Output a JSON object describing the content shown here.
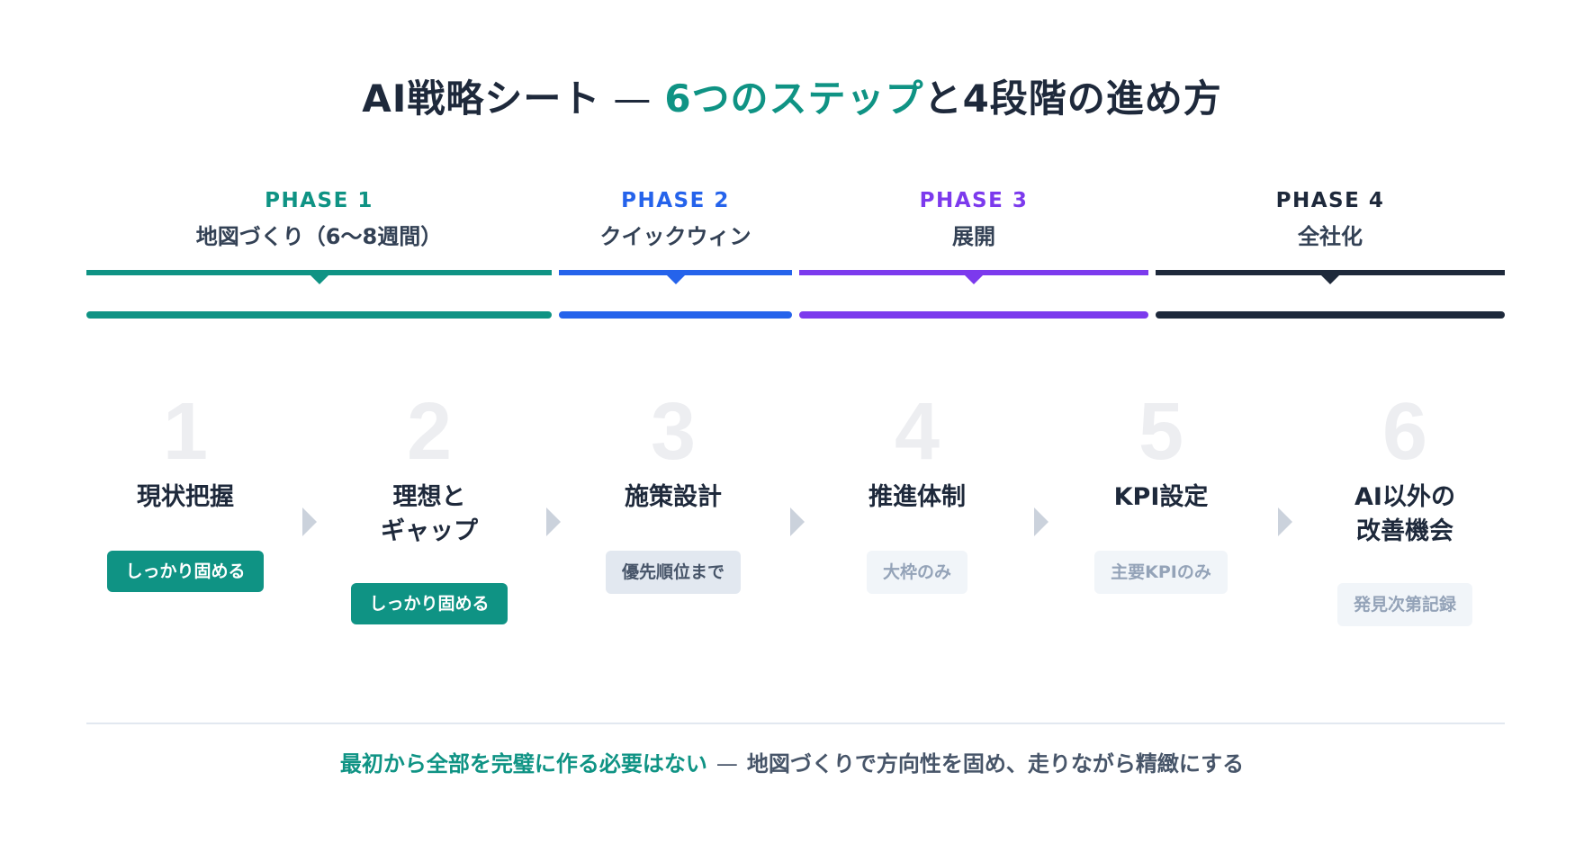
{
  "title": {
    "prefix": "AI戦略シート",
    "separator": "—",
    "accent": "6つのステップ",
    "suffix": "と4段階の進め方"
  },
  "colors": {
    "phase1": "#0f9384",
    "phase2": "#2563eb",
    "phase3": "#7c3aed",
    "phase4": "#1e293b",
    "step_number": "#edeef1",
    "arrow": "#cbd2dc"
  },
  "phases": [
    {
      "label": "PHASE 1",
      "subtitle": "地図づくり（6〜8週間）",
      "color": "#0f9384"
    },
    {
      "label": "PHASE 2",
      "subtitle": "クイックウィン",
      "color": "#2563eb"
    },
    {
      "label": "PHASE 3",
      "subtitle": "展開",
      "color": "#7c3aed"
    },
    {
      "label": "PHASE 4",
      "subtitle": "全社化",
      "color": "#1e293b"
    }
  ],
  "steps": [
    {
      "number": "1",
      "title_line1": "現状把握",
      "title_line2": "",
      "badge": "しっかり固める",
      "badge_level": "strong"
    },
    {
      "number": "2",
      "title_line1": "理想と",
      "title_line2": "ギャップ",
      "badge": "しっかり固める",
      "badge_level": "strong"
    },
    {
      "number": "3",
      "title_line1": "施策設計",
      "title_line2": "",
      "badge": "優先順位まで",
      "badge_level": "mid"
    },
    {
      "number": "4",
      "title_line1": "推進体制",
      "title_line2": "",
      "badge": "大枠のみ",
      "badge_level": "light"
    },
    {
      "number": "5",
      "title_line1": "KPI設定",
      "title_line2": "",
      "badge": "主要KPIのみ",
      "badge_level": "light"
    },
    {
      "number": "6",
      "title_line1": "AI以外の",
      "title_line2": "改善機会",
      "badge": "発見次第記録",
      "badge_level": "light"
    }
  ],
  "footer": {
    "accent": "最初から全部を完璧に作る必要はない",
    "separator": "—",
    "rest": "地図づくりで方向性を固め、走りながら精緻にする"
  }
}
